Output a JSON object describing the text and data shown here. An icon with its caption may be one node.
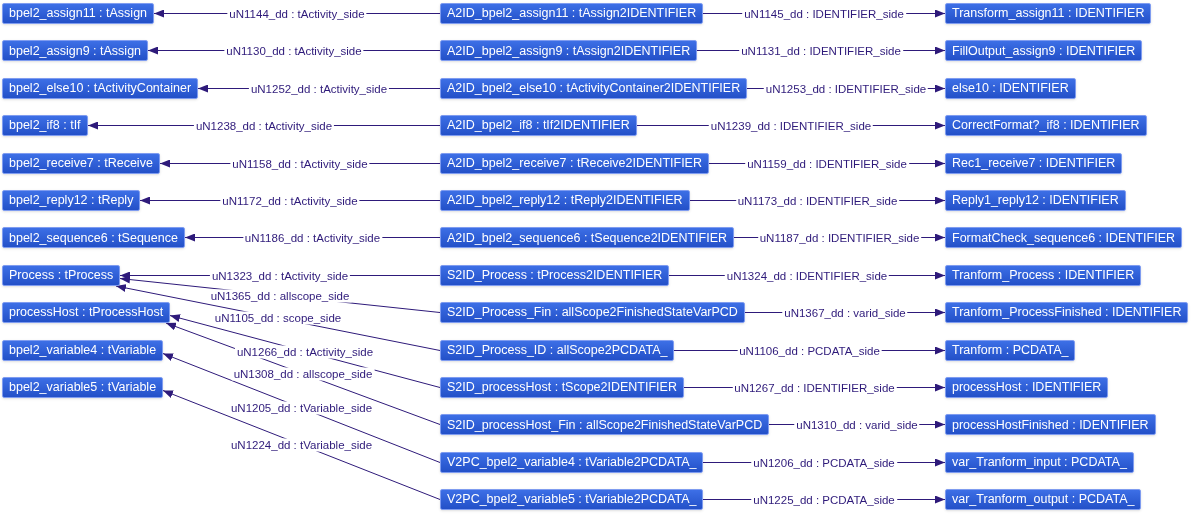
{
  "diagram": {
    "nodes": [
      {
        "text": [
          "bpel2_assign11 : tAssign"
        ]
      },
      {
        "text": [
          "bpel2_assign9 : tAssign"
        ]
      },
      {
        "text": [
          "bpel2_else10 : tActivityContainer"
        ]
      },
      {
        "text": [
          "bpel2_if8 : tIf"
        ]
      },
      {
        "text": [
          "bpel2_receive7 : tReceive"
        ]
      },
      {
        "text": [
          "bpel2_reply12 : tReply"
        ]
      },
      {
        "text": [
          "bpel2_sequence6 : tSequence"
        ]
      },
      {
        "text": [
          "Process : tProcess"
        ]
      },
      {
        "text": [
          "processHost : tProcessHost"
        ]
      },
      {
        "text": [
          "bpel2_variable4 : tVariable"
        ]
      },
      {
        "text": [
          "bpel2_variable5 : tVariable"
        ]
      },
      {
        "text": [
          "A2ID_bpel2_assign11 : tAssign2IDENTIFIER"
        ]
      },
      {
        "text": [
          "A2ID_bpel2_assign9 : tAssign2IDENTIFIER"
        ]
      },
      {
        "text": [
          "A2ID_bpel2_else10 : tActivityContainer2IDENTIFIER"
        ]
      },
      {
        "text": [
          "A2ID_bpel2_if8 : tIf2IDENTIFIER"
        ]
      },
      {
        "text": [
          "A2ID_bpel2_receive7 : tReceive2IDENTIFIER"
        ]
      },
      {
        "text": [
          "A2ID_bpel2_reply12 : tReply2IDENTIFIER"
        ]
      },
      {
        "text": [
          "A2ID_bpel2_sequence6 : tSequence2IDENTIFIER"
        ]
      },
      {
        "text": [
          "S2ID_Process : tProcess2IDENTIFIER"
        ]
      },
      {
        "text": [
          "S2ID_Process_Fin : allScope2FinishedStateVarPCD"
        ]
      },
      {
        "text": [
          "S2ID_Process_ID : allScope2PCDATA_"
        ]
      },
      {
        "text": [
          "S2ID_processHost : tScope2IDENTIFIER"
        ]
      },
      {
        "text": [
          "S2ID_processHost_Fin : allScope2FinishedStateVarPCD"
        ]
      },
      {
        "text": [
          "V2PC_bpel2_variable4 : tVariable2PCDATA_"
        ]
      },
      {
        "text": [
          "V2PC_bpel2_variable5 : tVariable2PCDATA_"
        ]
      },
      {
        "text": [
          "Transform_assign11 : IDENTIFIER"
        ]
      },
      {
        "text": [
          "FillOutput_assign9 : IDENTIFIER"
        ]
      },
      {
        "text": [
          "else10 : IDENTIFIER"
        ]
      },
      {
        "text": [
          "CorrectFormat?_if8 : IDENTIFIER"
        ]
      },
      {
        "text": [
          "Rec1_receive7 : IDENTIFIER"
        ]
      },
      {
        "text": [
          "Reply1_reply12 : IDENTIFIER"
        ]
      },
      {
        "text": [
          "FormatCheck_sequence6 : IDENTIFIER"
        ]
      },
      {
        "text": [
          "Tranform_Process : IDENTIFIER"
        ]
      },
      {
        "text": [
          "Tranform_ProcessFinished : IDENTIFIER"
        ]
      },
      {
        "text": [
          "Tranform : PCDATA_"
        ]
      },
      {
        "text": [
          "processHost : IDENTIFIER"
        ]
      },
      {
        "text": [
          "processHostFinished : IDENTIFIER"
        ]
      },
      {
        "text": [
          "var_Tranform_input : PCDATA_"
        ]
      },
      {
        "text": [
          "var_Tranform_output : PCDATA_"
        ]
      }
    ],
    "edges": [
      {
        "from": 11,
        "to": 0,
        "arrow": "to",
        "label": "uN1144_dd : tActivity_side"
      },
      {
        "from": 11,
        "to": 25,
        "arrow": "to",
        "label": "uN1145_dd : IDENTIFIER_side"
      },
      {
        "from": 12,
        "to": 1,
        "arrow": "to",
        "label": "uN1130_dd : tActivity_side"
      },
      {
        "from": 12,
        "to": 26,
        "arrow": "to",
        "label": "uN1131_dd : IDENTIFIER_side"
      },
      {
        "from": 13,
        "to": 2,
        "arrow": "to",
        "label": "uN1252_dd : tActivity_side"
      },
      {
        "from": 13,
        "to": 27,
        "arrow": "to",
        "label": "uN1253_dd : IDENTIFIER_side"
      },
      {
        "from": 14,
        "to": 3,
        "arrow": "to",
        "label": "uN1238_dd : tActivity_side"
      },
      {
        "from": 14,
        "to": 28,
        "arrow": "to",
        "label": "uN1239_dd : IDENTIFIER_side"
      },
      {
        "from": 15,
        "to": 4,
        "arrow": "to",
        "label": "uN1158_dd : tActivity_side"
      },
      {
        "from": 15,
        "to": 29,
        "arrow": "to",
        "label": "uN1159_dd : IDENTIFIER_side"
      },
      {
        "from": 16,
        "to": 5,
        "arrow": "to",
        "label": "uN1172_dd : tActivity_side"
      },
      {
        "from": 16,
        "to": 30,
        "arrow": "to",
        "label": "uN1173_dd : IDENTIFIER_side"
      },
      {
        "from": 17,
        "to": 6,
        "arrow": "to",
        "label": "uN1186_dd : tActivity_side"
      },
      {
        "from": 17,
        "to": 31,
        "arrow": "to",
        "label": "uN1187_dd : IDENTIFIER_side"
      },
      {
        "from": 18,
        "to": 7,
        "arrow": "to",
        "label": "uN1323_dd : tActivity_side"
      },
      {
        "from": 18,
        "to": 32,
        "arrow": "to",
        "label": "uN1324_dd : IDENTIFIER_side"
      },
      {
        "from": 19,
        "to": 7,
        "arrow": "to",
        "label": "uN1365_dd : allscope_side"
      },
      {
        "from": 19,
        "to": 33,
        "arrow": "to",
        "label": "uN1367_dd : varid_side"
      },
      {
        "from": 20,
        "to": 7,
        "arrow": "to",
        "label": "uN1105_dd : scope_side"
      },
      {
        "from": 20,
        "to": 34,
        "arrow": "to",
        "label": "uN1106_dd : PCDATA_side"
      },
      {
        "from": 21,
        "to": 8,
        "arrow": "to",
        "label": "uN1266_dd : tActivity_side"
      },
      {
        "from": 21,
        "to": 35,
        "arrow": "to",
        "label": "uN1267_dd : IDENTIFIER_side"
      },
      {
        "from": 22,
        "to": 8,
        "arrow": "to",
        "label": "uN1308_dd : allscope_side"
      },
      {
        "from": 22,
        "to": 36,
        "arrow": "to",
        "label": "uN1310_dd : varid_side"
      },
      {
        "from": 23,
        "to": 9,
        "arrow": "to",
        "label": "uN1205_dd : tVariable_side"
      },
      {
        "from": 23,
        "to": 37,
        "arrow": "to",
        "label": "uN1206_dd : PCDATA_side"
      },
      {
        "from": 24,
        "to": 10,
        "arrow": "to",
        "label": "uN1224_dd : tVariable_side"
      },
      {
        "from": 24,
        "to": 38,
        "arrow": "to",
        "label": "uN1225_dd : PCDATA_side"
      }
    ]
  }
}
